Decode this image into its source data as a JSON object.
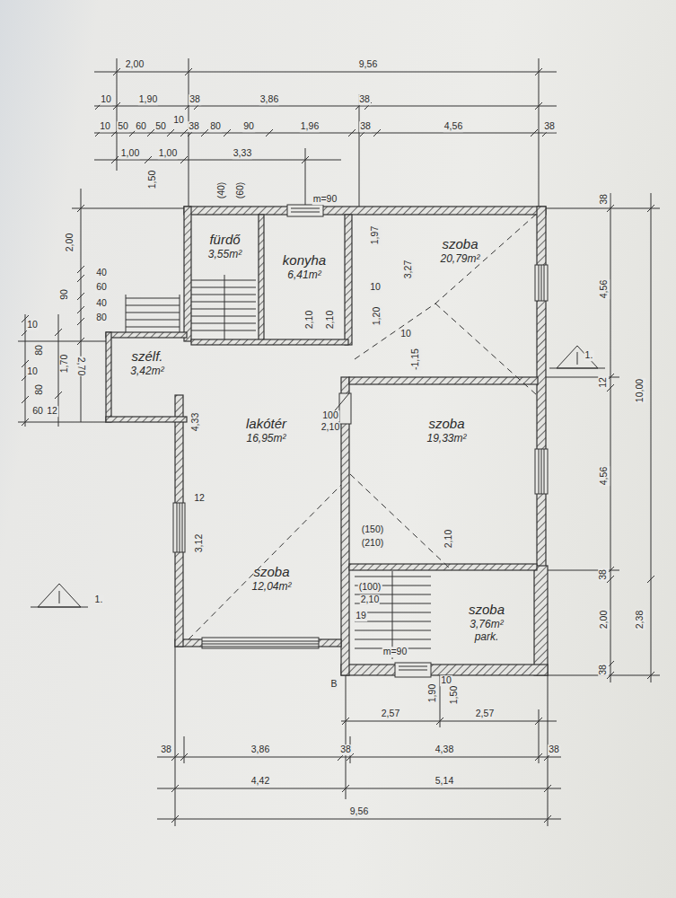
{
  "diagram": {
    "nodes": [
      {
        "text": [
          "fürdő",
          "3,55m²"
        ]
      },
      {
        "text": [
          "konyha",
          "6,41m²"
        ]
      },
      {
        "text": [
          "szoba",
          "20,79m²"
        ]
      },
      {
        "text": [
          "szélf.",
          "3,42m²"
        ]
      },
      {
        "text": [
          "lakótér",
          "16,95m²"
        ]
      },
      {
        "text": [
          "szoba",
          "19,33m²"
        ]
      },
      {
        "text": [
          "szoba",
          "12,04m²"
        ]
      },
      {
        "text": [
          "szoba",
          "3,76m²",
          "park."
        ]
      }
    ],
    "labels": [
      "2,00",
      "9,56",
      "10",
      "1,90",
      "38",
      "3,86",
      "38",
      "10",
      "50",
      "60",
      "50",
      "10",
      "38",
      "80",
      "90",
      "1,96",
      "38",
      "4,56",
      "38",
      "1,00",
      "1,00",
      "3,33",
      "1,50",
      "(40)",
      "(60)",
      "m=90",
      "2,00",
      "40",
      "60",
      "90",
      "40",
      "80",
      "10",
      "80",
      "2,70",
      "1,70",
      "10",
      "80",
      "60",
      "12",
      "38",
      "4,56",
      "12",
      "4,56",
      "38",
      "2,00",
      "38",
      "10,00",
      "2,38",
      "2,57",
      "2,57",
      "1,90",
      "10",
      "1,50",
      "38",
      "3,86",
      "38",
      "4,38",
      "38",
      "4,42",
      "5,14",
      "9,56",
      "1,97",
      "3,27",
      "10",
      "1,20",
      "10",
      "-1,15",
      "2,10",
      "2,10",
      "100",
      "2,10",
      "4,33",
      "12",
      "3,12",
      "(150)",
      "(210)",
      "2,10",
      "(100)",
      "2,10",
      "19",
      "m=90",
      "1.",
      "1.",
      "B"
    ]
  }
}
